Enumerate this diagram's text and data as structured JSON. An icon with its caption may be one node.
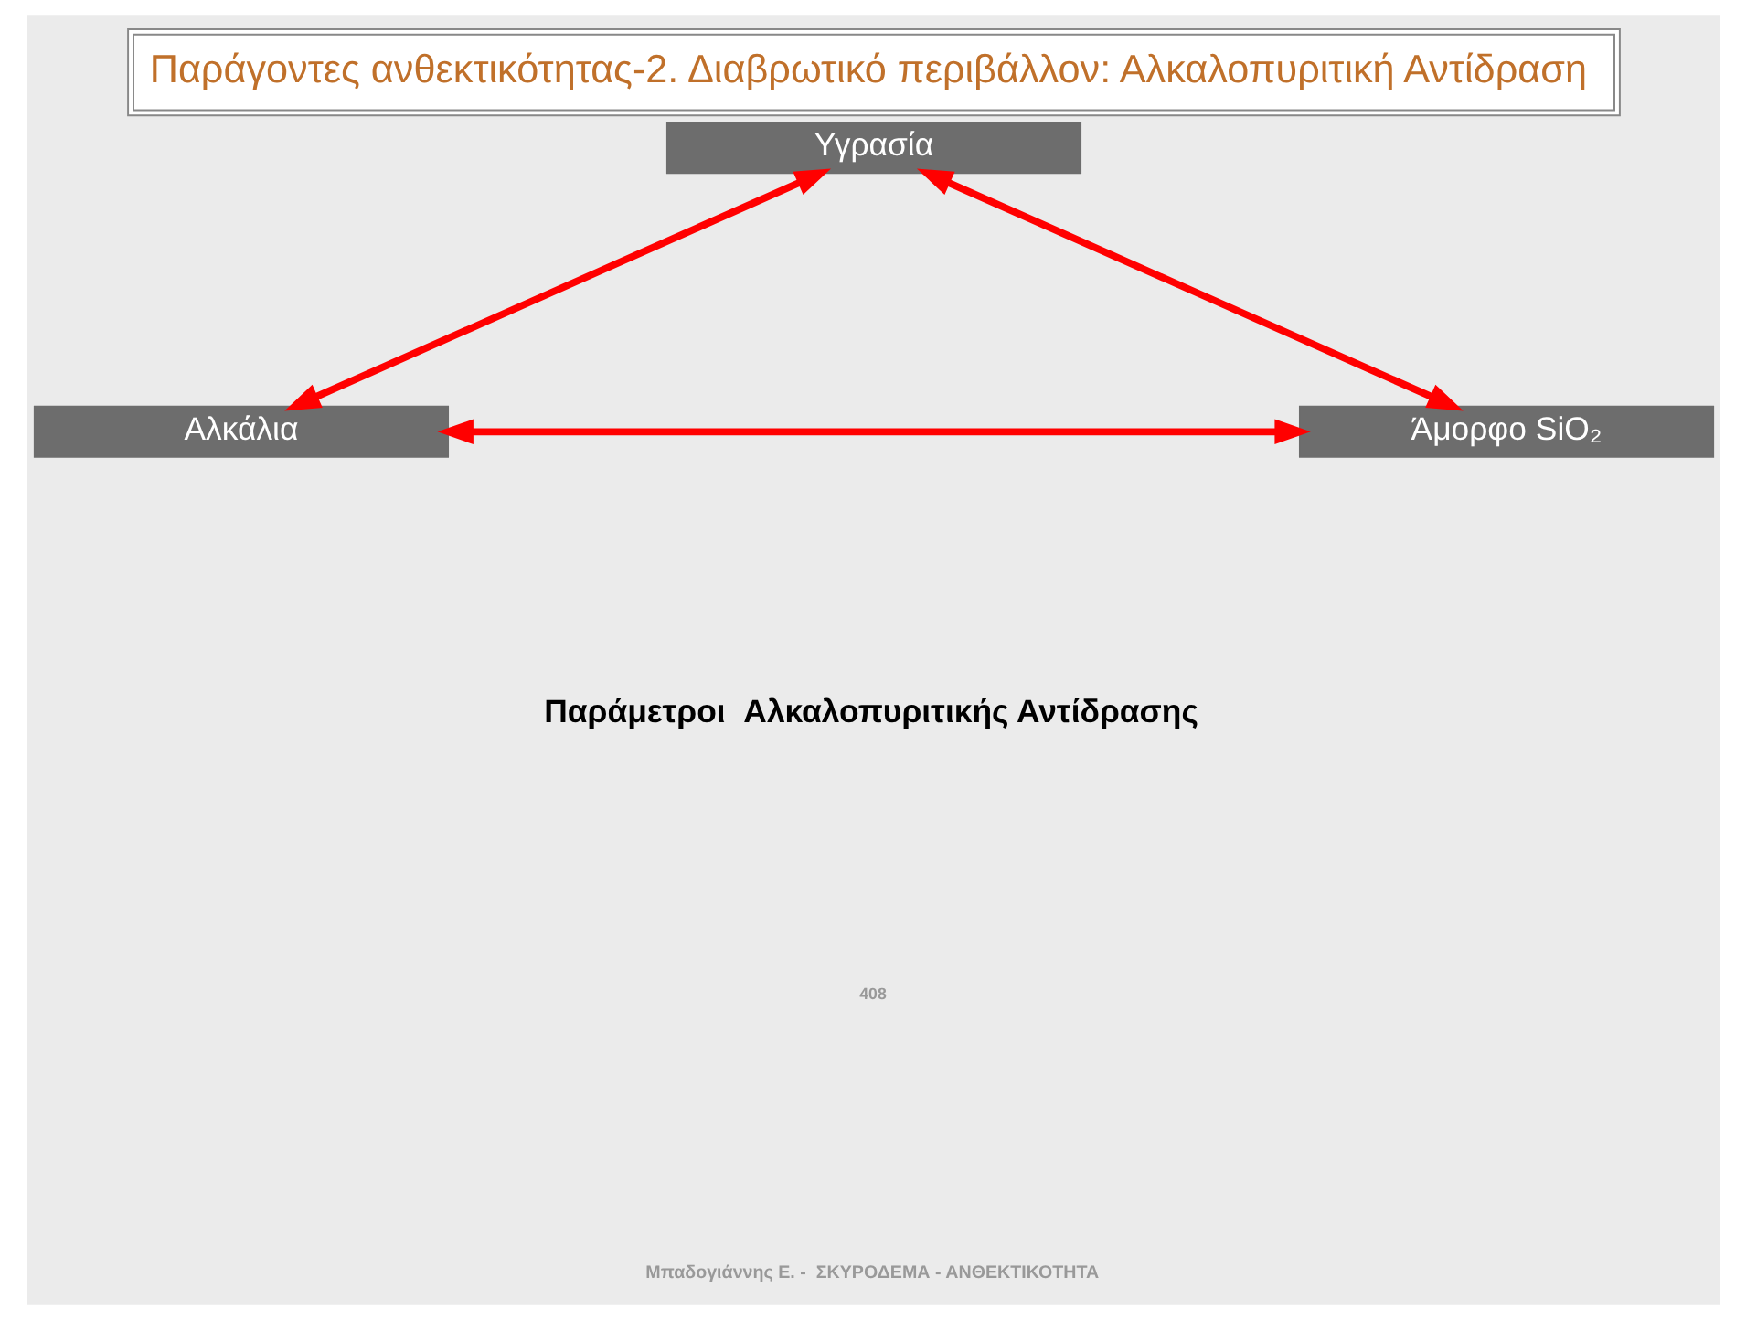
{
  "diagram": {
    "title": "Παράγοντες ανθεκτικότητας-2. Διαβρωτικό περιβάλλον: Αλκαλοπυριτική Αντίδραση",
    "caption": "Παράμετροι  Αλκαλοπυριτικής Αντίδρασης",
    "nodes": [
      {
        "text": [
          "Υγρασία"
        ]
      },
      {
        "text": [
          "Αλκάλια"
        ]
      },
      {
        "text": [
          "Άμορφο SiO₂"
        ]
      }
    ],
    "edges": [
      {
        "from": 1,
        "to": 0,
        "arrow": "both"
      },
      {
        "from": 0,
        "to": 2,
        "arrow": "both"
      },
      {
        "from": 1,
        "to": 2,
        "arrow": "both"
      }
    ],
    "labels": [
      "408",
      "Μπαδογιάννης Ε. -  ΣΚΥΡΟΔΕΜΑ - ΑΝΘΕΚΤΙΚΟΤΗΤΑ"
    ]
  }
}
